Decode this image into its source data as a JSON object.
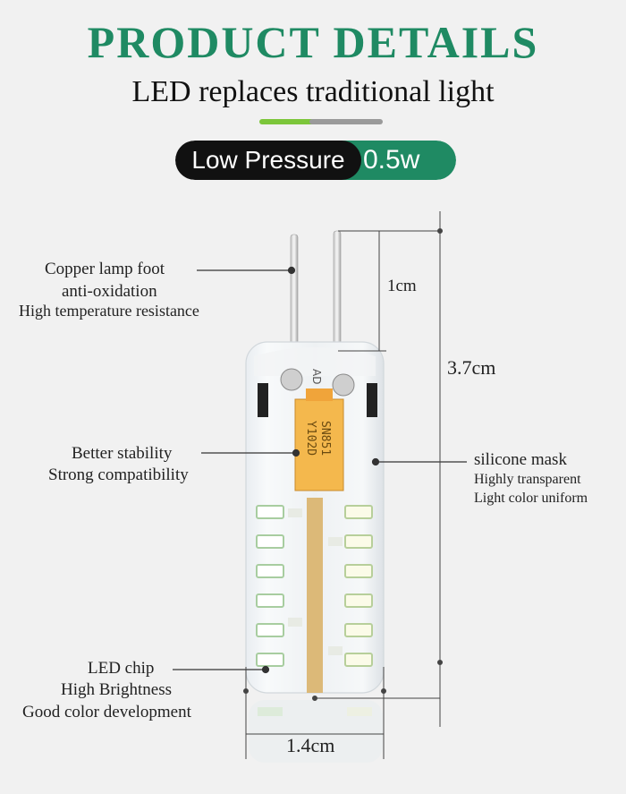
{
  "header": {
    "title": "PRODUCT   DETAILS",
    "subtitle": "LED replaces traditional light"
  },
  "badge": {
    "left_label": "Low Pressure",
    "right_label": "0.5w",
    "left_color": "#111111",
    "right_color": "#1f8a63"
  },
  "colors": {
    "accent_green": "#1f8a63",
    "bar_green": "#7cc63a",
    "bar_gray": "#9a9a9a"
  },
  "annotations": {
    "foot": {
      "line1": "Copper lamp foot",
      "line2": "anti-oxidation",
      "line3": "High temperature resistance"
    },
    "stability": {
      "line1": "Better stability",
      "line2": "Strong compatibility"
    },
    "chip": {
      "line1": "LED chip",
      "line2": "High Brightness",
      "line3": "Good color development"
    },
    "mask": {
      "line1": "silicone mask",
      "line2": "Highly transparent",
      "line3": "Light color uniform"
    }
  },
  "dimensions": {
    "pin_length": "1cm",
    "total_height": "3.7cm",
    "width": "1.4cm"
  },
  "component": {
    "chip_text_line1": "SN851",
    "chip_text_line2": "Y102D",
    "side_text": "AD"
  }
}
